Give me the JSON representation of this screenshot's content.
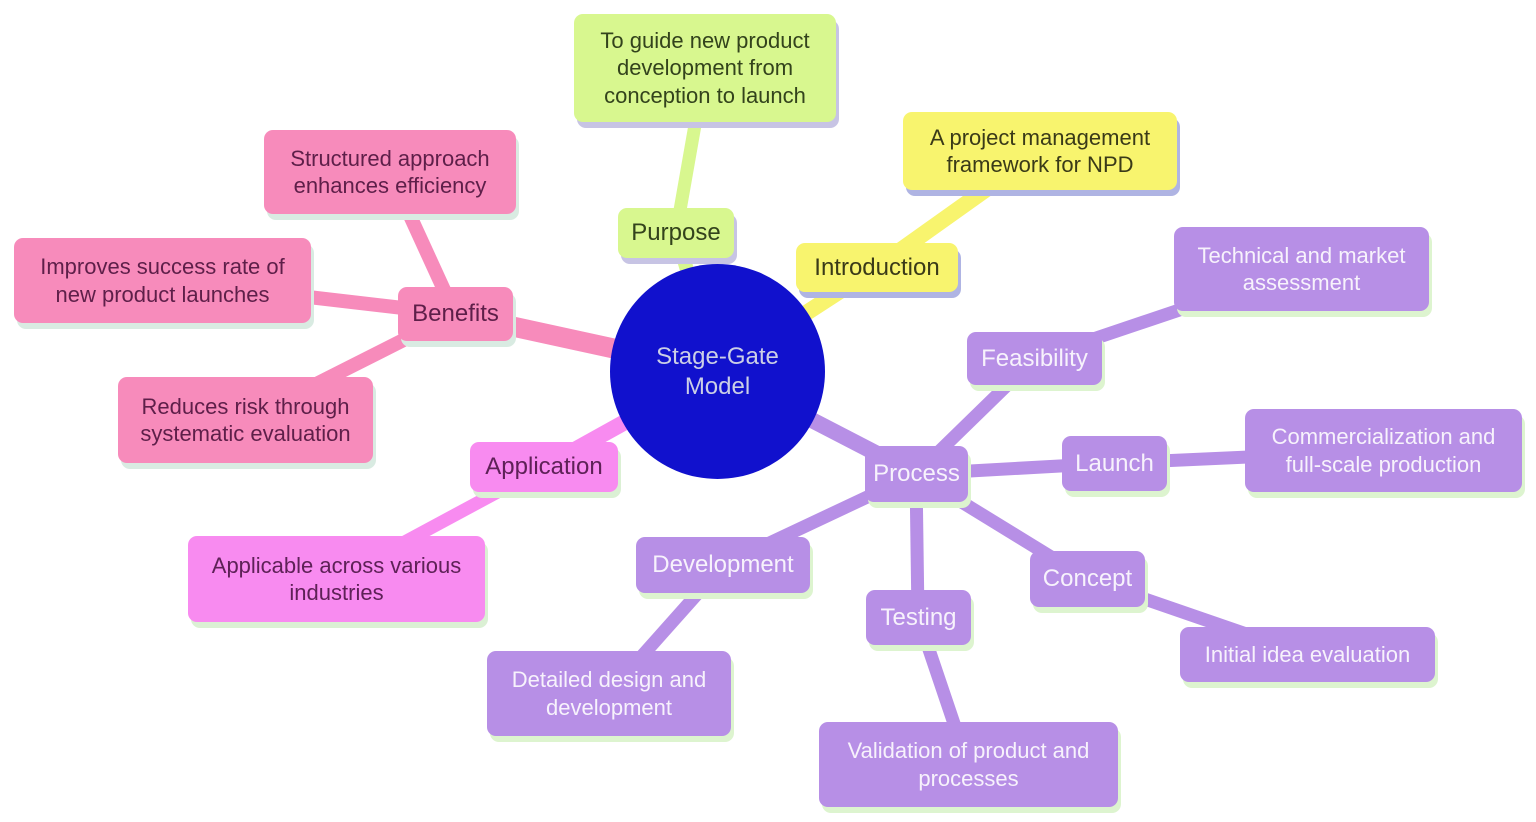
{
  "diagram": {
    "type": "mindmap",
    "root": {
      "label": "Stage-Gate Model"
    },
    "branches": {
      "purpose": {
        "label": "Purpose",
        "detail": "To guide new product development from conception to launch"
      },
      "introduction": {
        "label": "Introduction",
        "detail": "A project management framework for NPD"
      },
      "benefits": {
        "label": "Benefits",
        "children": {
          "structured": "Structured approach enhances efficiency",
          "improves": "Improves success rate of new product launches",
          "reduces": "Reduces risk through systematic evaluation"
        }
      },
      "application": {
        "label": "Application",
        "detail": "Applicable across various industries"
      },
      "process": {
        "label": "Process",
        "stages": {
          "feasibility": {
            "label": "Feasibility",
            "detail": "Technical and market assessment"
          },
          "launch": {
            "label": "Launch",
            "detail": "Commercialization and full-scale production"
          },
          "development": {
            "label": "Development",
            "detail": "Detailed design and development"
          },
          "testing": {
            "label": "Testing",
            "detail": "Validation of product and processes"
          },
          "concept": {
            "label": "Concept",
            "detail": "Initial idea evaluation"
          }
        }
      }
    }
  },
  "palette": {
    "bg": "#FFFFFF",
    "root_fill": "#1111CD",
    "root_text": "#CBCFE6",
    "green_fill": "#D8F78F",
    "green_text": "#33431C",
    "green_shadow": "#C7C4E4",
    "yellow_fill": "#F8F46E",
    "yellow_text": "#3A3A18",
    "yellow_shadow": "#AFB4E3",
    "pink_fill": "#F78BBB",
    "pink_text": "#5E1F49",
    "pink_shadow": "#D9EBE2",
    "magenta_fill": "#F88BF0",
    "magenta_text": "#5E2157",
    "magenta_shadow": "#DBF0D4",
    "purple_fill": "#B78FE6",
    "purple_text": "#F7F2FC",
    "purple_shadow": "#DDF4CF"
  }
}
